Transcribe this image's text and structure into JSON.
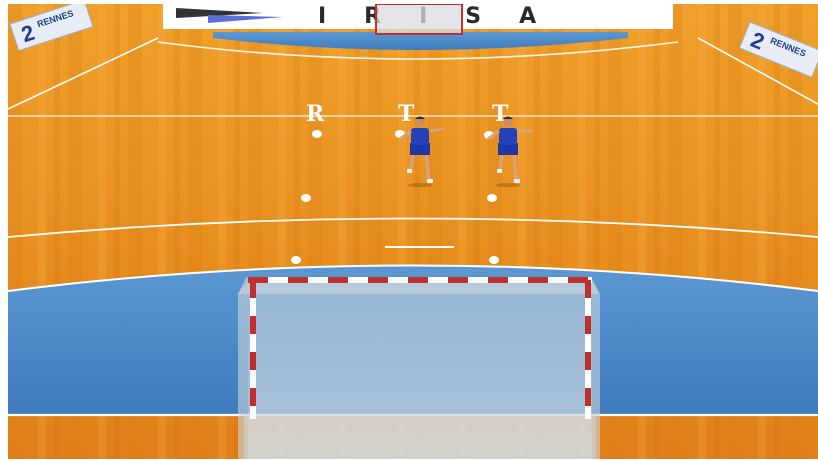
{
  "scene": {
    "banner": {
      "text": "IRISA"
    },
    "sponsor_left": {
      "number": "2",
      "text": "RENNES"
    },
    "sponsor_right": {
      "number": "2",
      "text": "RENNES"
    },
    "markers": [
      {
        "label": "R"
      },
      {
        "label": "T"
      },
      {
        "label": "T"
      }
    ],
    "colors": {
      "floor": "#e8901f",
      "floor_dark": "#d9791a",
      "goal_area": "#4a87c6",
      "lines": "#ffffff",
      "goal_post_red": "#c0302a",
      "player_jersey": "#2442b8"
    }
  }
}
